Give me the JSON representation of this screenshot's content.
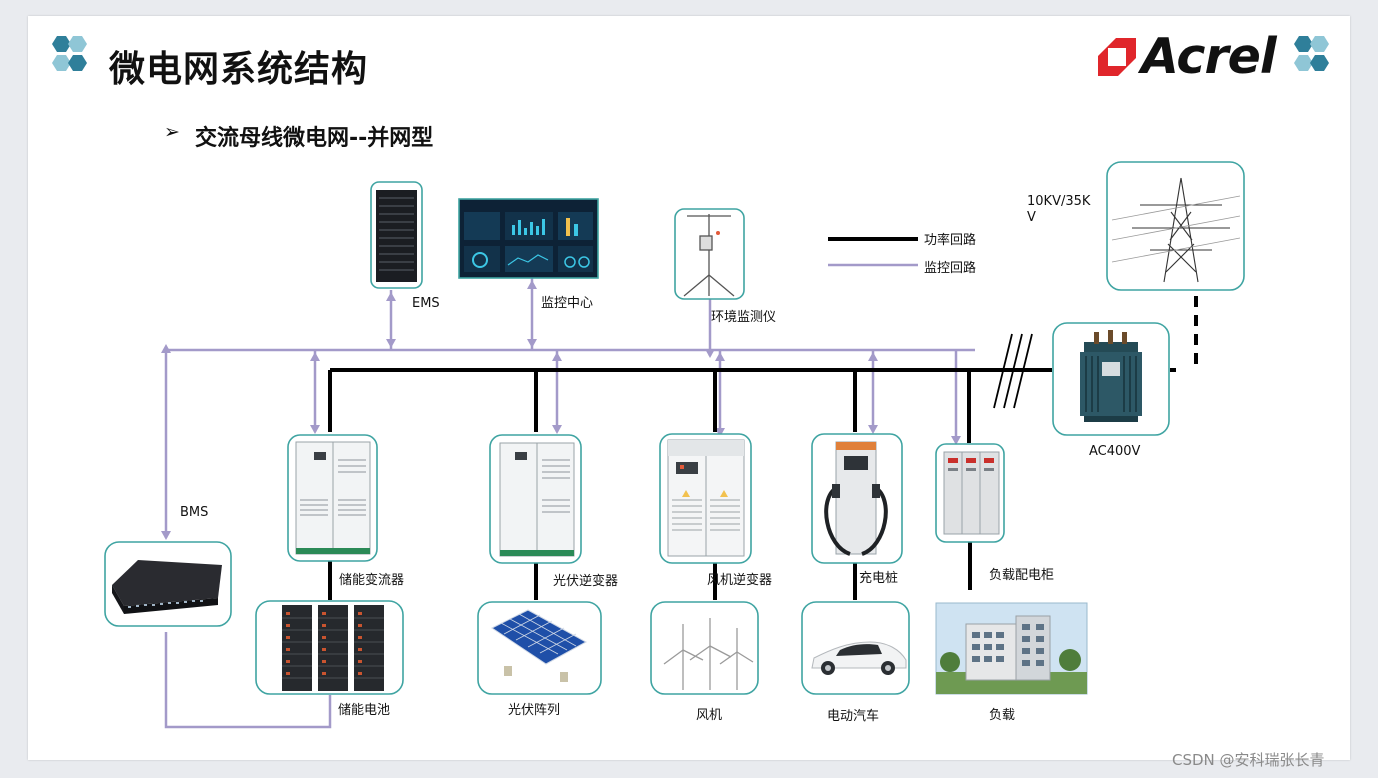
{
  "header": {
    "title": "微电网系统结构",
    "subtitle": "交流母线微电网--并网型",
    "bullet": "➢",
    "logo_text": "Acrel"
  },
  "legend": {
    "power_loop": "功率回路",
    "monitor_loop": "监控回路"
  },
  "grid": {
    "voltage_line1": "10KV/35K",
    "voltage_line2": "V",
    "transformer_label": "AC400V"
  },
  "devices": {
    "ems": "EMS",
    "monitor_center": "监控中心",
    "env_monitor": "环境监测仪",
    "bms": "BMS",
    "pcs": "储能变流器",
    "battery": "储能电池",
    "pv_inverter": "光伏逆变器",
    "pv_array": "光伏阵列",
    "wind_inverter": "风机逆变器",
    "wind_turbine": "风机",
    "charger": "充电桩",
    "ev": "电动汽车",
    "load_cabinet": "负载配电柜",
    "load": "负载"
  },
  "colors": {
    "power_line": "#000000",
    "monitor_line": "#a39ac9",
    "box_border": "#3fa4a2",
    "logo_red": "#e0262b",
    "hex_dark": "#2f7f9a",
    "hex_light": "#8fc6d6"
  },
  "watermark": "CSDN @安科瑞张长青"
}
